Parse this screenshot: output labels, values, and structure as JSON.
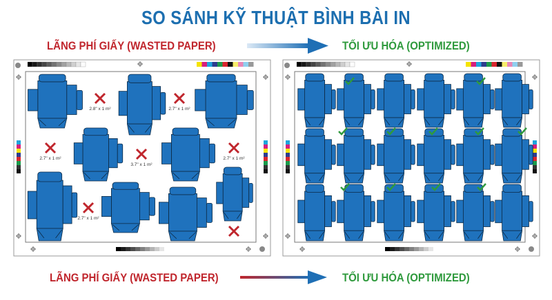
{
  "title": "SO SÁNH KỸ THUẬT BÌNH BÀI IN",
  "top_row": {
    "left_label": "LÃNG PHÍ GIẤY (WASTED PAPER)",
    "right_label": "TỐI ƯU HÓA (OPTIMIZED)"
  },
  "bottom_row": {
    "left_label": "LÃNG PHÍ GIẤY (WASTED PAPER)",
    "right_label": "TỐI ƯU HÓA (OPTIMIZED)"
  },
  "colors": {
    "title": "#1d6fb0",
    "box": "#1f72bd",
    "waste": "#c0262d",
    "optimized": "#2f9a3d"
  },
  "wasted_sheet": {
    "waste_labels": [
      "2.8\" x 1 m²",
      "2.7\" x 1 m²",
      "2.7\" x 1 m²",
      "3.7\" x 1 m²",
      "2.7\" x 1 m²",
      "2.7\" x 1 m²"
    ],
    "icons": [
      "x-mark-icon",
      "registration-mark-icon",
      "color-bar-icon"
    ]
  },
  "optimized_sheet": {
    "icons": [
      "checkmark-icon",
      "registration-mark-icon",
      "color-bar-icon"
    ]
  }
}
